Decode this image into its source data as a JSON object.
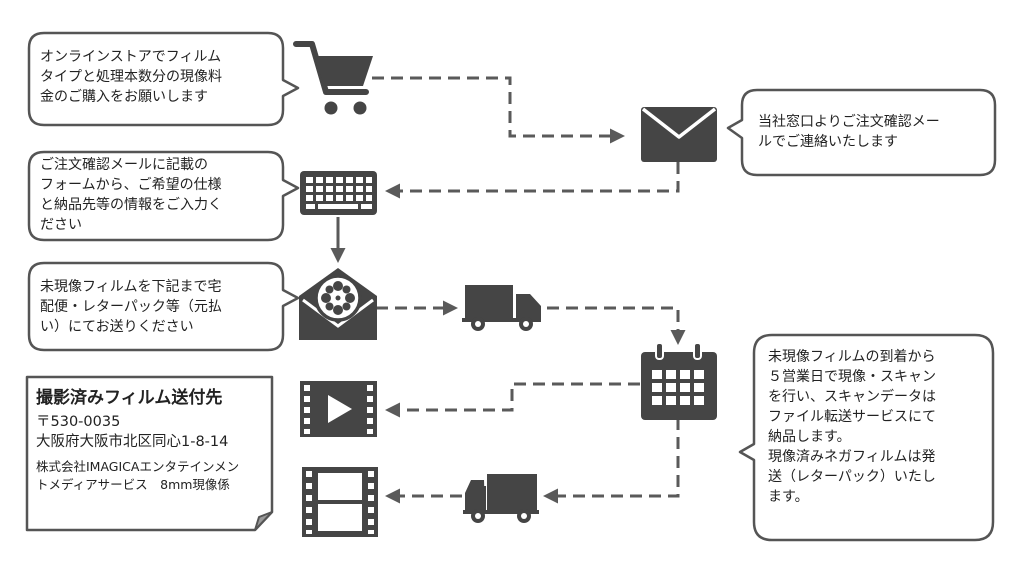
{
  "bubble_order_store": {
    "lines": [
      "オンラインストアでフィルム",
      "タイプと処理本数分の現像料",
      "金のご購入をお願いします"
    ]
  },
  "bubble_confirm_email": {
    "lines": [
      "当社窓口よりご注文確認メー",
      "ルでご連絡いたします"
    ]
  },
  "bubble_form_input": {
    "lines": [
      "ご注文確認メールに記載の",
      "フォームから、ご希望の仕様",
      "と納品先等の情報をご入力く",
      "ださい"
    ]
  },
  "bubble_send_film": {
    "lines": [
      "未現像フィルムを下記まで宅",
      "配便・レターパック等（元払",
      "い）にてお送りください"
    ]
  },
  "bubble_delivery": {
    "lines": [
      "未現像フィルムの到着から",
      "５営業日で現像・スキャン",
      "を行い、スキャンデータは",
      "ファイル転送サービスにて",
      "納品します。",
      "現像済みネガフィルムは発",
      "送（レターパック）いたし",
      "ます。"
    ]
  },
  "address_note": {
    "heading": "撮影済みフィルム送付先",
    "postal": "〒530-0035",
    "address": "大阪府大阪市北区同心1-8-14",
    "company_line1": "株式会社IMAGICAエンタテインメン",
    "company_line2": "トメディアサービス　8mm現像係"
  },
  "icons": [
    "shopping-cart-icon",
    "envelope-icon",
    "keyboard-icon",
    "film-reel-envelope-icon",
    "delivery-truck-icon",
    "calendar-icon",
    "video-play-icon",
    "film-strip-icon"
  ],
  "colors": {
    "icon": "#454545",
    "bubble_border": "#555555",
    "arrow": "#5a5a5a",
    "text": "#222222",
    "note_fold": "#9a9a9a"
  }
}
